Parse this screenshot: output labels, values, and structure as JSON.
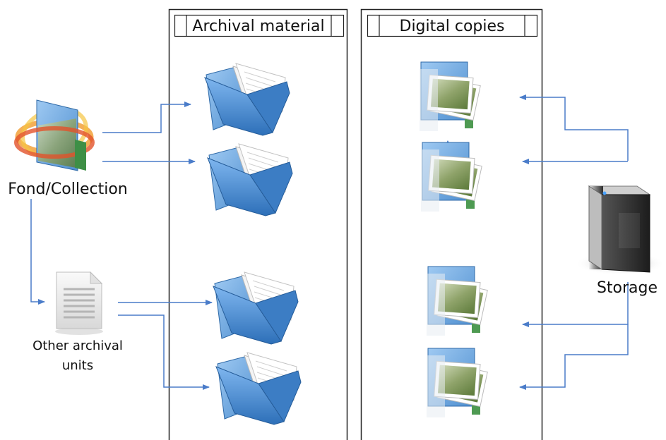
{
  "columns": {
    "archival": {
      "title": "Archival material"
    },
    "digital": {
      "title": "Digital copies"
    }
  },
  "labels": {
    "fond": "Fond/Collection",
    "other_line1": "Other archival",
    "other_line2": "units",
    "storage": "Storage"
  },
  "icons": {
    "fond": "fond-collection-icon",
    "other": "document-icon",
    "archival_item": "open-folder-icon",
    "digital_item": "image-folder-icon",
    "storage": "server-icon"
  },
  "colors": {
    "arrow": "#4a7cc9",
    "folder": "#3f86cf",
    "server": "#3a3a3a"
  }
}
